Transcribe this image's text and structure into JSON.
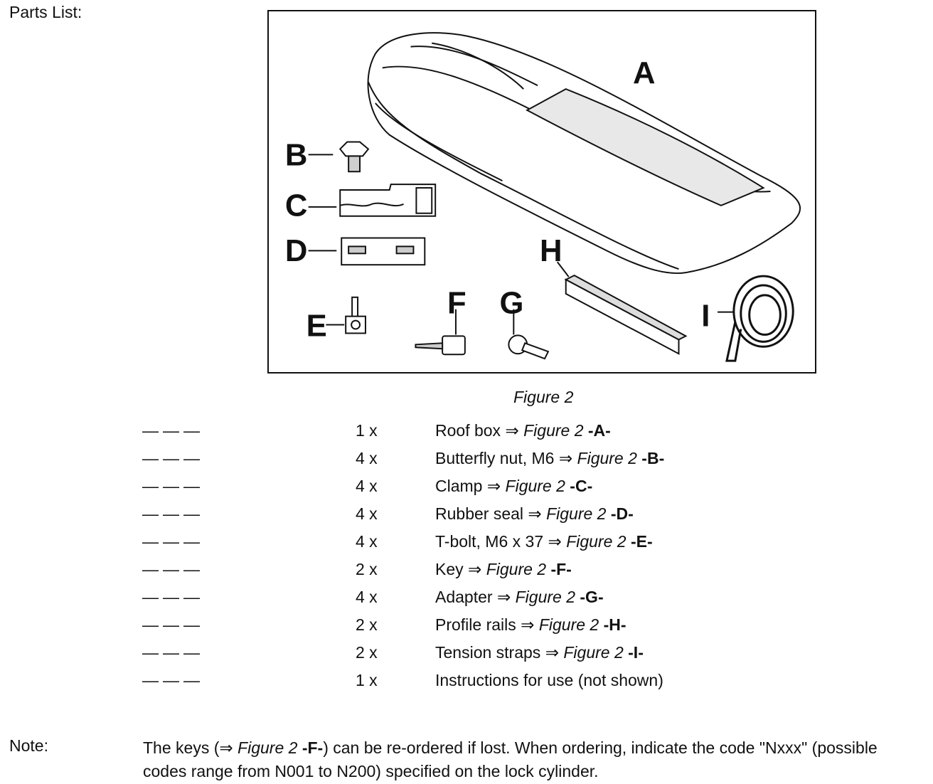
{
  "heading": "Parts List:",
  "figure": {
    "caption": "Figure 2",
    "labels": [
      "A",
      "B",
      "C",
      "D",
      "E",
      "F",
      "G",
      "H",
      "I"
    ]
  },
  "parts": [
    {
      "part_no": "———",
      "qty": "1 x",
      "desc": "Roof box",
      "arrow": "⇒",
      "ref": "Figure 2",
      "letter": "-A-"
    },
    {
      "part_no": "———",
      "qty": "4 x",
      "desc": "Butterfly nut, M6",
      "arrow": "⇒",
      "ref": "Figure 2",
      "letter": "-B-"
    },
    {
      "part_no": "———",
      "qty": "4 x",
      "desc": "Clamp",
      "arrow": "⇒",
      "ref": "Figure 2",
      "letter": "-C-"
    },
    {
      "part_no": "———",
      "qty": "4 x",
      "desc": "Rubber seal",
      "arrow": "⇒",
      "ref": "Figure 2",
      "letter": "-D-"
    },
    {
      "part_no": "———",
      "qty": "4 x",
      "desc": "T-bolt, M6 x 37",
      "arrow": "⇒",
      "ref": "Figure 2",
      "letter": "-E-"
    },
    {
      "part_no": "———",
      "qty": "2 x",
      "desc": "Key",
      "arrow": "⇒",
      "ref": "Figure 2",
      "letter": "-F-"
    },
    {
      "part_no": "———",
      "qty": "4 x",
      "desc": "Adapter",
      "arrow": "⇒",
      "ref": "Figure 2",
      "letter": "-G-"
    },
    {
      "part_no": "———",
      "qty": "2 x",
      "desc": "Profile rails",
      "arrow": "⇒",
      "ref": "Figure 2",
      "letter": "-H-"
    },
    {
      "part_no": "———",
      "qty": "2 x",
      "desc": "Tension straps",
      "arrow": "⇒",
      "ref": "Figure 2",
      "letter": "-I-"
    },
    {
      "part_no": "———",
      "qty": "1 x",
      "desc": "Instructions for use (not shown)",
      "arrow": "",
      "ref": "",
      "letter": ""
    }
  ],
  "note": {
    "label": "Note:",
    "pre": "The keys (",
    "arrow": "⇒",
    "ref": "Figure 2",
    "letter": "-F-",
    "post": ") can be re-ordered if lost.  When ordering, indicate the code \"Nxxx\" (possible codes range from N001 to N200) specified on the lock cylinder."
  }
}
